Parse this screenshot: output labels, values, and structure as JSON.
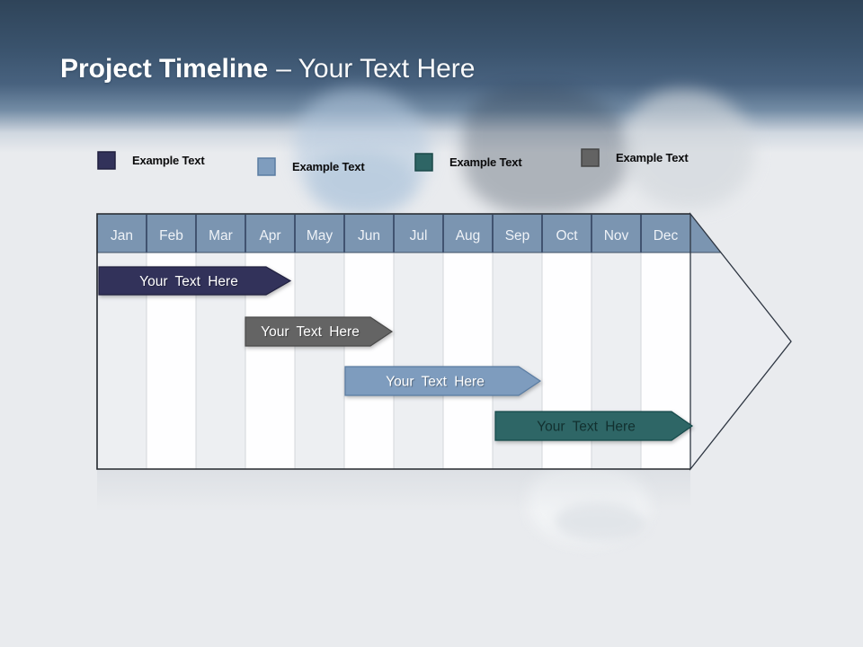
{
  "slide": {
    "title": {
      "bold": "Project Timeline",
      "regular": "– Your Text Here"
    }
  },
  "legend": {
    "items": [
      {
        "label": "Example Text",
        "color": "#32325a",
        "border": "#20203f"
      },
      {
        "label": "Example Text",
        "color": "#7f9dbe",
        "border": "#5a7ca2"
      },
      {
        "label": "Example Text",
        "color": "#2e6565",
        "border": "#1b4949"
      },
      {
        "label": "Example Text",
        "color": "#636363",
        "border": "#454545"
      }
    ]
  },
  "timeline": {
    "months": [
      "Jan",
      "Feb",
      "Mar",
      "Apr",
      "May",
      "Jun",
      "Jul",
      "Aug",
      "Sep",
      "Oct",
      "Nov",
      "Dec"
    ],
    "header_color": "#7b95b1",
    "bars": [
      {
        "label": "Your Text Here",
        "color": "#32325a",
        "border": "#20203f",
        "text_color": "#ffffff"
      },
      {
        "label": "Your Text Here",
        "color": "#646464",
        "border": "#4a4a4a",
        "text_color": "#ffffff"
      },
      {
        "label": "Your Text Here",
        "color": "#7e9cbe",
        "border": "#5a7ca2",
        "text_color": "#ffffff"
      },
      {
        "label": "Your Text Here",
        "color": "#2e6666",
        "border": "#15494a",
        "text_color": "#12302f"
      }
    ]
  }
}
